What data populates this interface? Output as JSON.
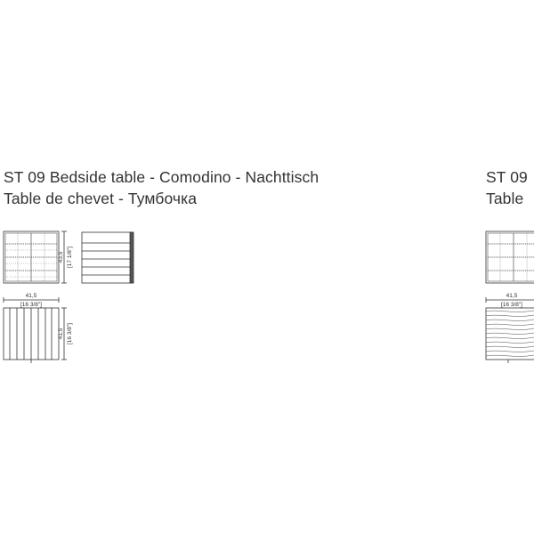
{
  "title_line1": "ST 09 Bedside table - Comodino - Nachttisch",
  "title_line2": "Table de chevet - Тумбочка",
  "title_line1_clipped": "ST 09",
  "title_line2_clipped": "Table",
  "dims": {
    "height_cm": "43,5",
    "height_in": "[17 1/8\"]",
    "width_cm": "41,5",
    "width_in": "[16 3/8\"]",
    "depth_cm": "41,5",
    "depth_in": "[16 3/8\"]",
    "clip_width_cm": "41,5",
    "clip_width_in": "[16 3/8\"]"
  },
  "colors": {
    "line": "#333333",
    "side_panel": "#555555"
  }
}
